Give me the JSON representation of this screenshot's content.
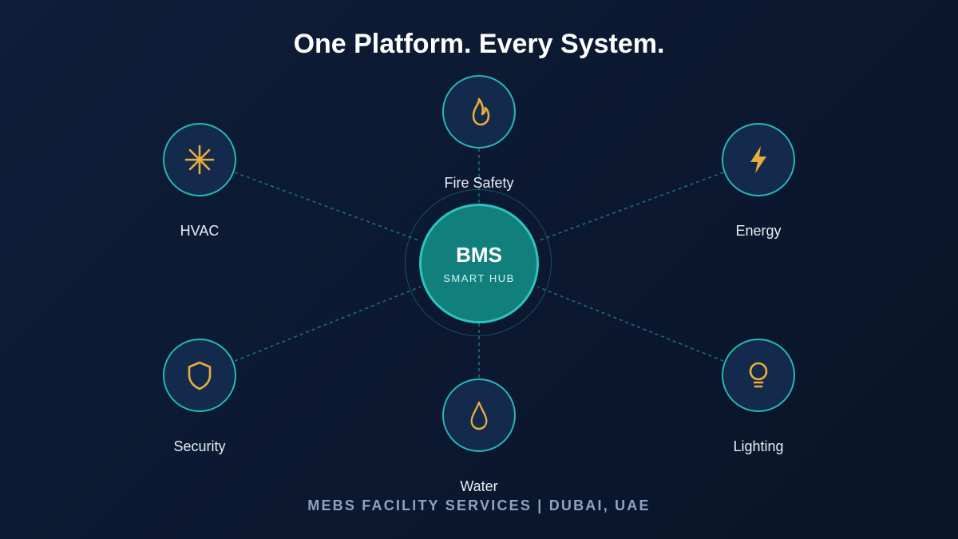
{
  "title": "One Platform. Every System.",
  "hub": {
    "title": "BMS",
    "subtitle": "SMART HUB"
  },
  "systems": [
    {
      "label": "Fire Safety",
      "icon": "flame-icon"
    },
    {
      "label": "HVAC",
      "icon": "snowflake-icon"
    },
    {
      "label": "Energy",
      "icon": "lightning-bolt-icon"
    },
    {
      "label": "Security",
      "icon": "shield-icon"
    },
    {
      "label": "Water",
      "icon": "water-drop-icon"
    },
    {
      "label": "Lighting",
      "icon": "lightbulb-icon"
    }
  ],
  "footer": "MEBS FACILITY SERVICES | DUBAI, UAE",
  "colors": {
    "background": "#0c1a30",
    "accent_teal": "#27b7b5",
    "hub_fill": "#117f7c",
    "icon_gold": "#e8ad3e",
    "node_fill": "#142a4c",
    "footer_text": "#8ea3c4"
  }
}
